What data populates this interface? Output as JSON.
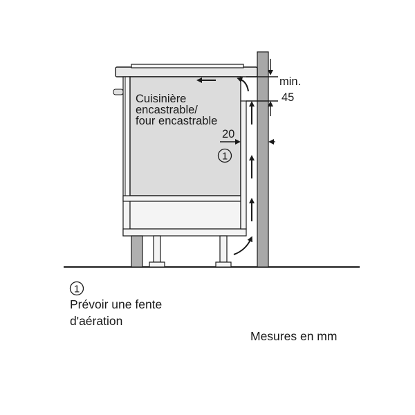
{
  "diagram": {
    "appliance_label_line1": "Cuisinière",
    "appliance_label_line2": "encastrable/",
    "appliance_label_line3": "four encastrable",
    "gap_top_label_line1": "min.",
    "gap_top_label_line2": "45",
    "gap_side_label": "20",
    "callout_marker": "1"
  },
  "legend": {
    "marker": "1",
    "text_line1": "Prévoir une fente",
    "text_line2": "d'aération"
  },
  "footer": {
    "units_note": "Mesures en mm"
  },
  "colors": {
    "wall_fill": "#a8a8a8",
    "appliance_fill": "#dcdcdc",
    "panel_fill": "#f2f2f2",
    "line": "#1a1a1a",
    "leg_fill": "#b0b0b0"
  }
}
